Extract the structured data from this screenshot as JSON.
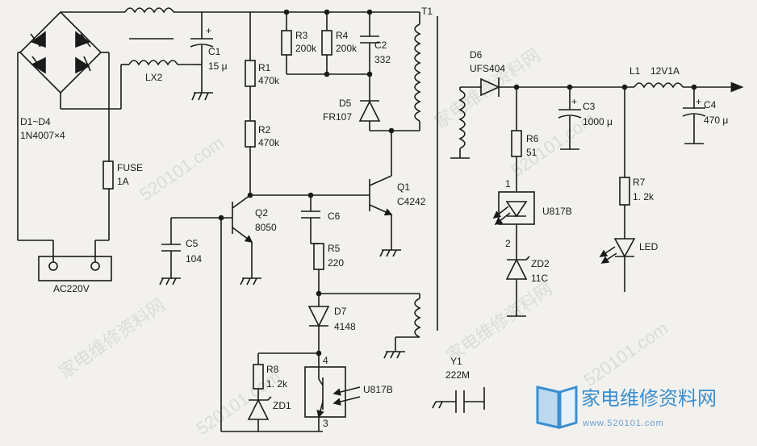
{
  "labels": {
    "d1_d4": "D1~D4",
    "d1_d4_part": "1N4007×4",
    "fuse": "FUSE",
    "fuse_val": "1A",
    "ac": "AC220V",
    "lx2": "LX2",
    "c1": "C1",
    "c1_val": "15 μ",
    "r1": "R1",
    "r1_val": "470k",
    "r2": "R2",
    "r2_val": "470k",
    "r3": "R3",
    "r3_val": "200k",
    "r4": "R4",
    "r4_val": "200k",
    "c2": "C2",
    "c2_val": "332",
    "t1": "T1",
    "d5": "D5",
    "d5_part": "FR107",
    "q1": "Q1",
    "q1_part": "C4242",
    "q2": "Q2",
    "q2_part": "8050",
    "c5": "C5",
    "c5_val": "104",
    "c6": "C6",
    "r5": "R5",
    "r5_val": "220",
    "d7": "D7",
    "d7_part": "4148",
    "r8": "R8",
    "r8_val": "1. 2k",
    "zd1": "ZD1",
    "opto_bottom": "U817B",
    "pin4": "4",
    "pin3": "3",
    "y1": "Y1",
    "y1_val": "222M",
    "d6": "D6",
    "d6_part": "UFS404",
    "r6": "R6",
    "r6_val": "51",
    "pin1": "1",
    "pin2": "2",
    "opto_top": "U817B",
    "zd2": "ZD2",
    "zd2_val": "11C",
    "c3": "C3",
    "c3_val": "1000 μ",
    "l1": "L1",
    "out": "12V1A",
    "c4": "C4",
    "c4_val": "470 μ",
    "r7": "R7",
    "r7_val": "1. 2k",
    "led": "LED"
  },
  "watermark": {
    "text": "家电维修资料网",
    "url": "520101.com"
  },
  "logo": {
    "name": "家电维修资料网",
    "url": "www.520101.com"
  },
  "colors": {
    "ink": "#1a1a1a",
    "logo": "#3a8fd0"
  }
}
